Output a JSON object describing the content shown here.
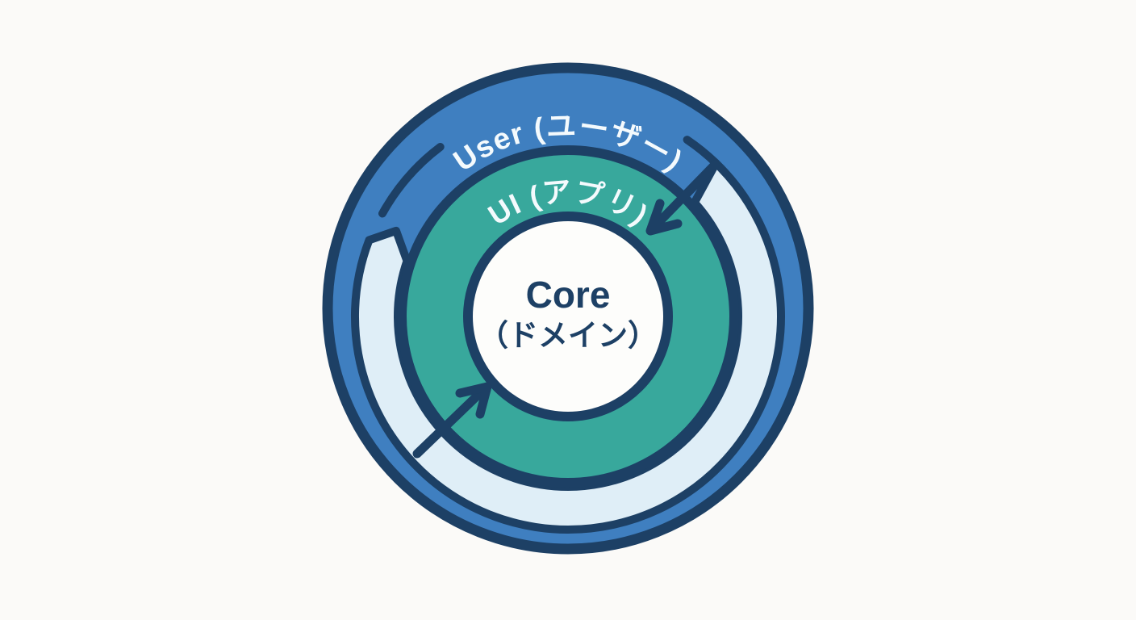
{
  "background_color": "#fbfaf8",
  "diagram": {
    "type": "onion-architecture-rings",
    "outline_color": "#1d4065",
    "flow_band_color": "#dfeef7",
    "label_light_color": "#f4fafd",
    "rings": [
      {
        "name": "user",
        "label": "User (ユーザー)",
        "fill": "#3f7fc0"
      },
      {
        "name": "ui",
        "label": "UI (アプリ)",
        "fill": "#38a89c"
      },
      {
        "name": "core",
        "label": "Core",
        "sublabel": "（ドメイン）",
        "fill": "#fdfdfb",
        "text_color": "#1d4065"
      }
    ],
    "arrows": [
      {
        "name": "inward-arrow-top-right"
      },
      {
        "name": "inward-arrow-bottom-left"
      }
    ]
  }
}
